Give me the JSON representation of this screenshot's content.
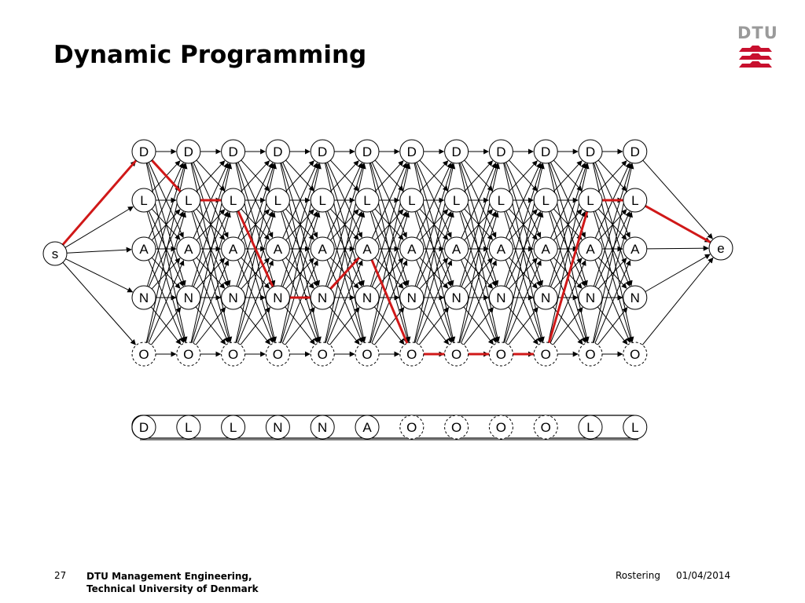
{
  "title": "Dynamic Programming",
  "logo": {
    "text": "DTU",
    "brand_color": "#c8102e",
    "text_color": "#9a9a9a"
  },
  "diagram": {
    "start_label": "s",
    "end_label": "e",
    "stages": 12,
    "shift_types": [
      "D",
      "L",
      "A",
      "N",
      "O"
    ],
    "off_shift": "O",
    "optimal_path": [
      "D",
      "L",
      "L",
      "N",
      "N",
      "A",
      "O",
      "O",
      "O",
      "O",
      "L",
      "L"
    ],
    "result_sequence": [
      "D",
      "L",
      "L",
      "N",
      "N",
      "A",
      "O",
      "O",
      "O",
      "O",
      "L",
      "L"
    ],
    "colors": {
      "edge": "#000000",
      "path": "#d01818",
      "node_fill": "#ffffff"
    }
  },
  "footer": {
    "page_number": "27",
    "org_line1": "DTU Management Engineering,",
    "org_line2": "Technical University of Denmark",
    "topic": "Rostering",
    "date": "01/04/2014"
  }
}
